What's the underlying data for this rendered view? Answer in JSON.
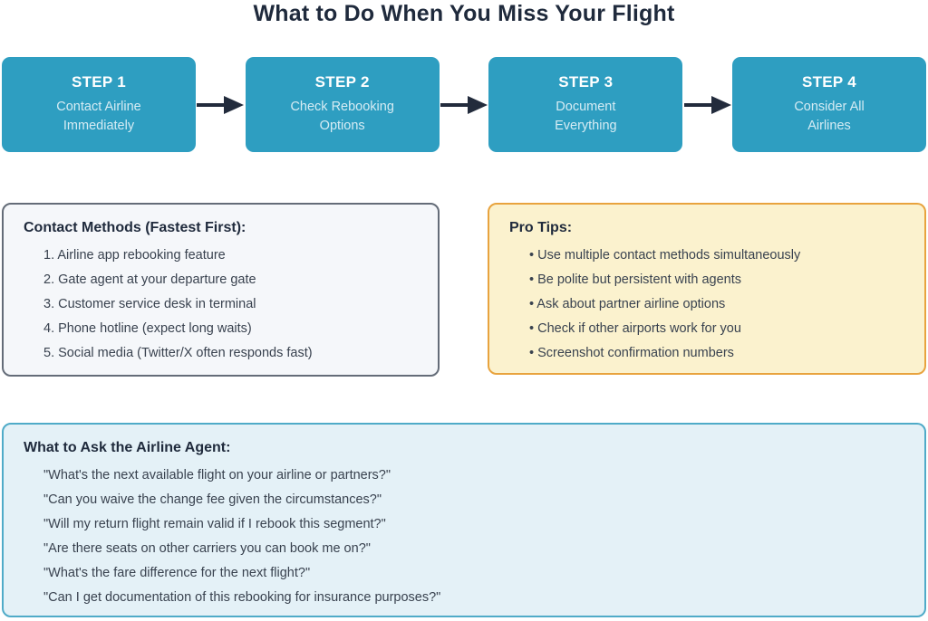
{
  "title": "What to Do When You Miss Your Flight",
  "steps": [
    {
      "label": "STEP 1",
      "line1": "Contact Airline",
      "line2": "Immediately"
    },
    {
      "label": "STEP 2",
      "line1": "Check Rebooking",
      "line2": "Options"
    },
    {
      "label": "STEP 3",
      "line1": "Document",
      "line2": "Everything"
    },
    {
      "label": "STEP 4",
      "line1": "Consider All",
      "line2": "Airlines"
    }
  ],
  "contact_methods": {
    "title": "Contact Methods (Fastest First):",
    "items": [
      "1. Airline app rebooking feature",
      "2. Gate agent at your departure gate",
      "3. Customer service desk in terminal",
      "4. Phone hotline (expect long waits)",
      "5. Social media (Twitter/X often responds fast)"
    ]
  },
  "pro_tips": {
    "title": "Pro Tips:",
    "items": [
      "• Use multiple contact methods simultaneously",
      "• Be polite but persistent with agents",
      "• Ask about partner airline options",
      "• Check if other airports work for you",
      "• Screenshot confirmation numbers"
    ]
  },
  "ask_agent": {
    "title": "What to Ask the Airline Agent:",
    "items": [
      "\"What's the next available flight on your airline or partners?\"",
      "\"Can you waive the change fee given the circumstances?\"",
      "\"Will my return flight remain valid if I rebook this segment?\"",
      "\"Are there seats on other carriers you can book me on?\"",
      "\"What's the fare difference for the next flight?\"",
      "\"Can I get documentation of this rebooking for insurance purposes?\""
    ]
  },
  "colors": {
    "step_fill": "#2E9EC1",
    "arrow": "#222B3C",
    "title_ink": "#1F2A3C",
    "body_ink": "#39424F",
    "contact_border": "#646C78",
    "contact_bg": "#F5F7FA",
    "tips_border": "#E8A33E",
    "tips_bg": "#FBF2CE",
    "ask_border": "#4FABC8",
    "ask_bg": "#E4F1F7"
  }
}
